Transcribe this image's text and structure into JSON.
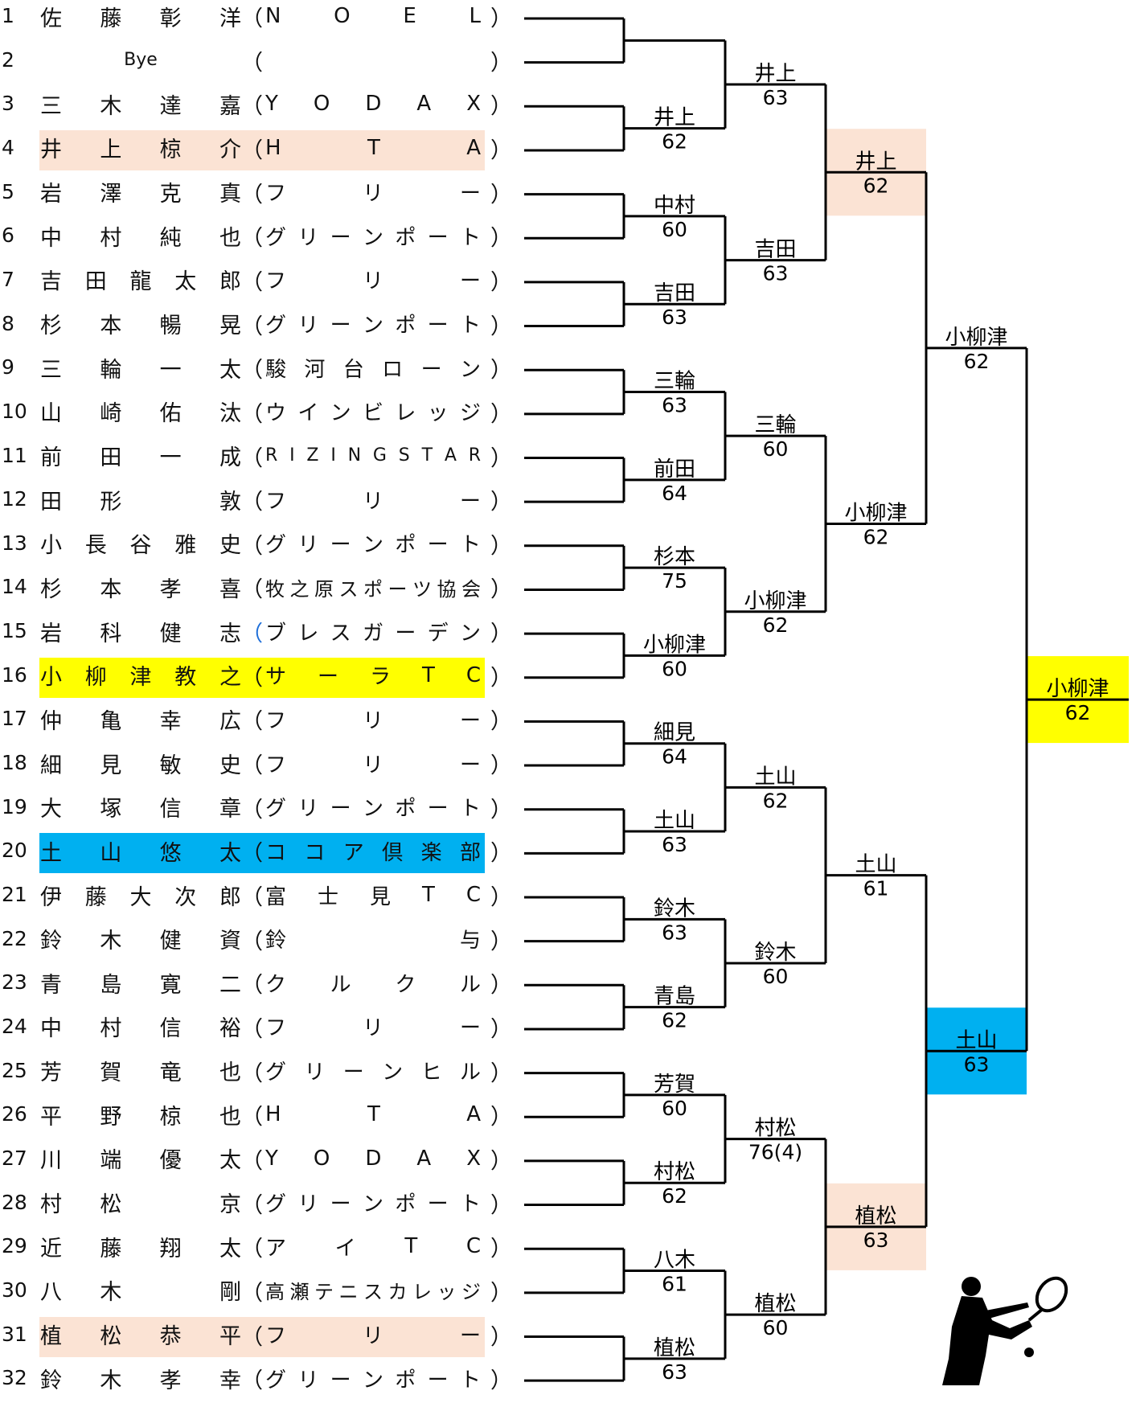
{
  "colors": {
    "peach": "#FBE3D4",
    "yellow": "#FFFF00",
    "blue": "#00B0F0",
    "paren_blue": "#1E6FD9"
  },
  "entrants": [
    {
      "num": "1",
      "name": "佐藤彰洋",
      "club": "NOEL",
      "hl": ""
    },
    {
      "num": "2",
      "name": "Bye",
      "club": "",
      "hl": ""
    },
    {
      "num": "3",
      "name": "三木達嘉",
      "club": "YODAX",
      "hl": ""
    },
    {
      "num": "4",
      "name": "井上椋介",
      "club": "HTA",
      "hl": "peach"
    },
    {
      "num": "5",
      "name": "岩澤克真",
      "club": "フリー",
      "hl": ""
    },
    {
      "num": "6",
      "name": "中村純也",
      "club": "グリーンポート",
      "hl": ""
    },
    {
      "num": "7",
      "name": "吉田龍太郎",
      "club": "フリー",
      "hl": ""
    },
    {
      "num": "8",
      "name": "杉本暢晃",
      "club": "グリーンポート",
      "hl": ""
    },
    {
      "num": "9",
      "name": "三輪一太",
      "club": "駿河台ローン",
      "hl": ""
    },
    {
      "num": "10",
      "name": "山崎佑汰",
      "club": "ウインビレッジ",
      "hl": ""
    },
    {
      "num": "11",
      "name": "前田一成",
      "club": "RIZINGSTAR",
      "hl": ""
    },
    {
      "num": "12",
      "name": "田形 敦",
      "club": "フリー",
      "hl": ""
    },
    {
      "num": "13",
      "name": "小長谷雅史",
      "club": "グリーンポート",
      "hl": ""
    },
    {
      "num": "14",
      "name": "杉本孝喜",
      "club": "牧之原スポーツ協会",
      "hl": ""
    },
    {
      "num": "15",
      "name": "岩科健志",
      "club": "ブレスガーデン",
      "hl": ""
    },
    {
      "num": "16",
      "name": "小柳津教之",
      "club": "サーラTC",
      "hl": "yellow"
    },
    {
      "num": "17",
      "name": "仲亀幸広",
      "club": "フリー",
      "hl": ""
    },
    {
      "num": "18",
      "name": "細見敏史",
      "club": "フリー",
      "hl": ""
    },
    {
      "num": "19",
      "name": "大塚信章",
      "club": "グリーンポート",
      "hl": ""
    },
    {
      "num": "20",
      "name": "土山悠太",
      "club": "ココア倶楽部",
      "hl": "blue"
    },
    {
      "num": "21",
      "name": "伊藤大次郎",
      "club": "富士見TC",
      "hl": ""
    },
    {
      "num": "22",
      "name": "鈴木健資",
      "club": "鈴与",
      "hl": ""
    },
    {
      "num": "23",
      "name": "青島寛二",
      "club": "クルクル",
      "hl": ""
    },
    {
      "num": "24",
      "name": "中村信裕",
      "club": "フリー",
      "hl": ""
    },
    {
      "num": "25",
      "name": "芳賀竜也",
      "club": "グリーンヒル",
      "hl": ""
    },
    {
      "num": "26",
      "name": "平野椋也",
      "club": "HTA",
      "hl": ""
    },
    {
      "num": "27",
      "name": "川端優太",
      "club": "YODAX",
      "hl": ""
    },
    {
      "num": "28",
      "name": "村松 京",
      "club": "グリーンポート",
      "hl": ""
    },
    {
      "num": "29",
      "name": "近藤翔太",
      "club": "アイTC",
      "hl": ""
    },
    {
      "num": "30",
      "name": "八木 剛",
      "club": "高瀬テニスカレッジ",
      "hl": ""
    },
    {
      "num": "31",
      "name": "植松恭平",
      "club": "フリー",
      "hl": "peach"
    },
    {
      "num": "32",
      "name": "鈴木孝幸",
      "club": "グリーンポート",
      "hl": ""
    }
  ],
  "rounds": {
    "r1": [
      {
        "winner": "井上",
        "score": "62"
      },
      {
        "winner": "中村",
        "score": "60"
      },
      {
        "winner": "吉田",
        "score": "63"
      },
      {
        "winner": "三輪",
        "score": "63"
      },
      {
        "winner": "前田",
        "score": "64"
      },
      {
        "winner": "杉本",
        "score": "75"
      },
      {
        "winner": "小柳津",
        "score": "60"
      },
      {
        "winner": "細見",
        "score": "64"
      },
      {
        "winner": "土山",
        "score": "63"
      },
      {
        "winner": "鈴木",
        "score": "63"
      },
      {
        "winner": "青島",
        "score": "62"
      },
      {
        "winner": "芳賀",
        "score": "60"
      },
      {
        "winner": "村松",
        "score": "62"
      },
      {
        "winner": "八木",
        "score": "61"
      },
      {
        "winner": "植松",
        "score": "63"
      }
    ],
    "r2": [
      {
        "winner": "井上",
        "score": "63"
      },
      {
        "winner": "吉田",
        "score": "63"
      },
      {
        "winner": "三輪",
        "score": "60"
      },
      {
        "winner": "小柳津",
        "score": "62"
      },
      {
        "winner": "土山",
        "score": "62"
      },
      {
        "winner": "鈴木",
        "score": "60"
      },
      {
        "winner": "村松",
        "score": "76(4)"
      },
      {
        "winner": "植松",
        "score": "60"
      }
    ],
    "r3": [
      {
        "winner": "井上",
        "score": "62",
        "hl": "peach"
      },
      {
        "winner": "小柳津",
        "score": "62",
        "hl": ""
      },
      {
        "winner": "土山",
        "score": "61",
        "hl": ""
      },
      {
        "winner": "植松",
        "score": "63",
        "hl": "peach"
      }
    ],
    "r4": [
      {
        "winner": "小柳津",
        "score": "62",
        "hl": ""
      },
      {
        "winner": "土山",
        "score": "63",
        "hl": "blue"
      }
    ],
    "final": {
      "winner": "小柳津",
      "score": "62",
      "hl": "yellow"
    }
  },
  "icons": {
    "player": "tennis-player-silhouette-icon"
  }
}
